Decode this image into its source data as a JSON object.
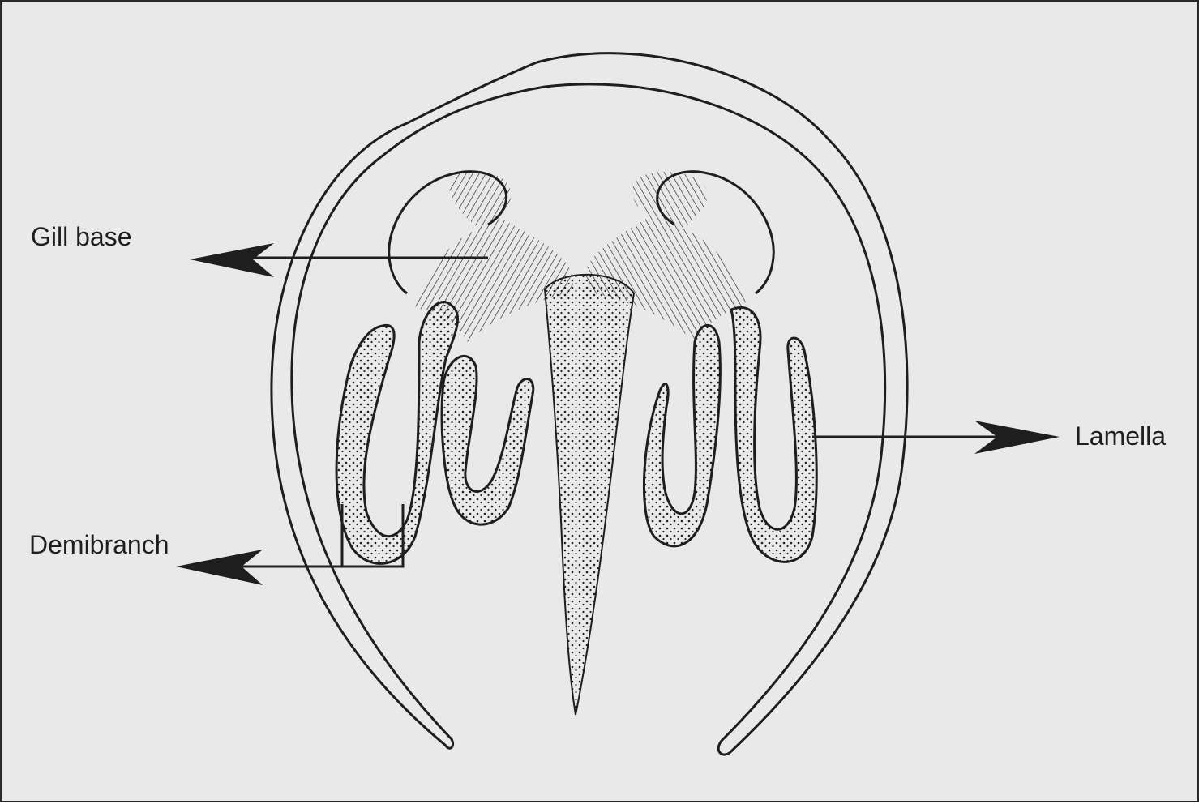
{
  "diagram": {
    "labels": {
      "gill_base": "Gill base",
      "lamella": "Lamella",
      "demibranch": "Demibranch"
    },
    "colors": {
      "background": "#e9e9e9",
      "ink": "#1e1e1e",
      "frame": "#2a2a2a"
    }
  }
}
